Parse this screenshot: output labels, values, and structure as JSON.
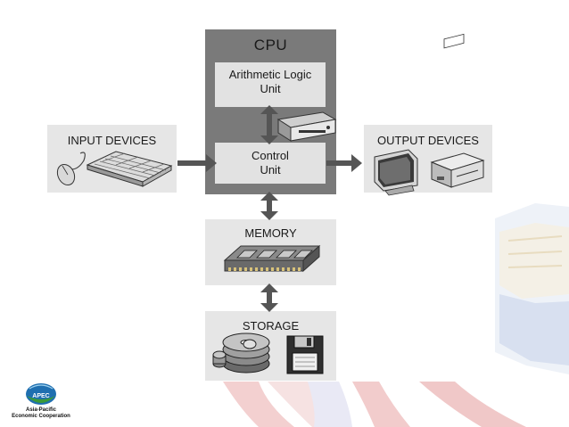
{
  "cpu": {
    "title": "CPU",
    "alu_line1": "Arithmetic Logic",
    "alu_line2": "Unit",
    "control_line1": "Control",
    "control_line2": "Unit"
  },
  "input": {
    "title": "INPUT DEVICES"
  },
  "output": {
    "title": "OUTPUT DEVICES"
  },
  "memory": {
    "title": "MEMORY"
  },
  "storage": {
    "title": "STORAGE"
  },
  "logo": {
    "badge": "APEC",
    "line1": "Asia-Pacific",
    "line2": "Economic Cooperation"
  },
  "colors": {
    "cpu_bg": "#7a7a7a",
    "box_bg": "#e6e6e6",
    "arrow": "#555555",
    "logo_blue": "#1f6fb0",
    "logo_green": "#3a9a3a"
  }
}
